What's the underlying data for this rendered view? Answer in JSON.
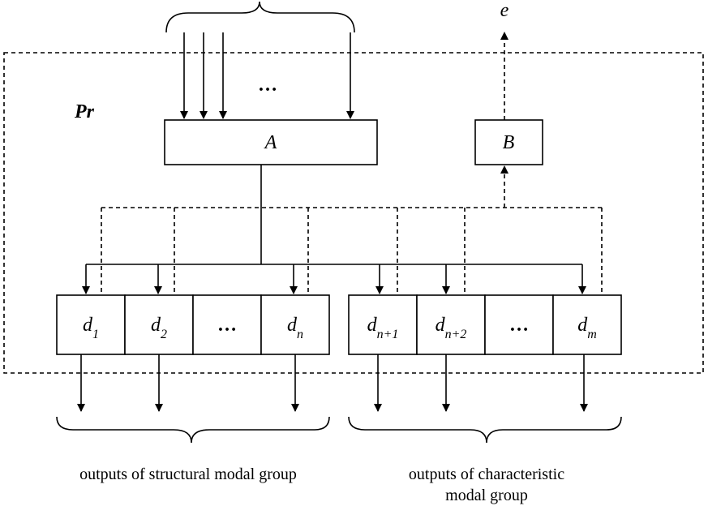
{
  "labels": {
    "e": "e",
    "pr": "Pr",
    "block_a": "A",
    "block_b": "B",
    "input_ellipsis": "…"
  },
  "cells_group1": [
    {
      "main": "d",
      "sub": "1"
    },
    {
      "main": "d",
      "sub": "2"
    },
    {
      "main": "…",
      "sub": ""
    },
    {
      "main": "d",
      "sub": "n"
    }
  ],
  "cells_group2": [
    {
      "main": "d",
      "sub": "n+1"
    },
    {
      "main": "d",
      "sub": "n+2"
    },
    {
      "main": "…",
      "sub": ""
    },
    {
      "main": "d",
      "sub": "m"
    }
  ],
  "captions": {
    "structural": "outputs of structural modal group",
    "characteristic_line1": "outputs of characteristic",
    "characteristic_line2": "modal group"
  }
}
